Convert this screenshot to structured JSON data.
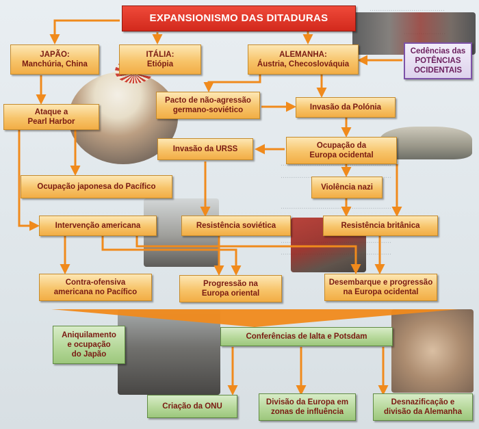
{
  "title": "EXPANSIONISMO DAS DITADURAS",
  "boxes": {
    "japao": "JAPÃO:\nManchúria, China",
    "italia": "ITÁLIA:\nEtiópia",
    "alemanha": "ALEMANHA:\nÁustria, Checoslováquia",
    "cedencias": "Cedências das\nPOTÊNCIAS\nOCIDENTAIS",
    "pearl_harbor": "Ataque a\nPearl Harbor",
    "pacto": "Pacto de não-agressão\ngermano-soviético",
    "invasao_polonia": "Invasão da Polónia",
    "invasao_urss": "Invasão da URSS",
    "ocupacao_europa": "Ocupação da\nEuropa ocidental",
    "ocupacao_japonesa": "Ocupação japonesa do Pacífico",
    "violencia_nazi": "Violência nazi",
    "intervencao_americana": "Intervenção americana",
    "resistencia_sovietica": "Resistência soviética",
    "resistencia_britanica": "Resistência britânica",
    "contra_ofensiva": "Contra-ofensiva\namericana no Pacífico",
    "progressao_oriental": "Progressão na\nEuropa oriental",
    "desembarque": "Desembarque e progressão\nna Europa ocidental",
    "aniquilamento": "Aniquilamento\ne ocupação\ndo Japão",
    "conferencias": "Conferências de Ialta e Potsdam",
    "onu": "Criação da ONU",
    "divisao_europa": "Divisão da Europa em\nzonas de influência",
    "desnazificacao": "Desnazificação e\ndivisão da Alemanha"
  },
  "colors": {
    "title_red": "#d2291c",
    "box_orange": "#f7c46a",
    "box_green": "#b6d89a",
    "box_purple_border": "#7d52a8",
    "arrow_orange": "#f08a1c",
    "text_dark_red": "#7a1a12"
  }
}
